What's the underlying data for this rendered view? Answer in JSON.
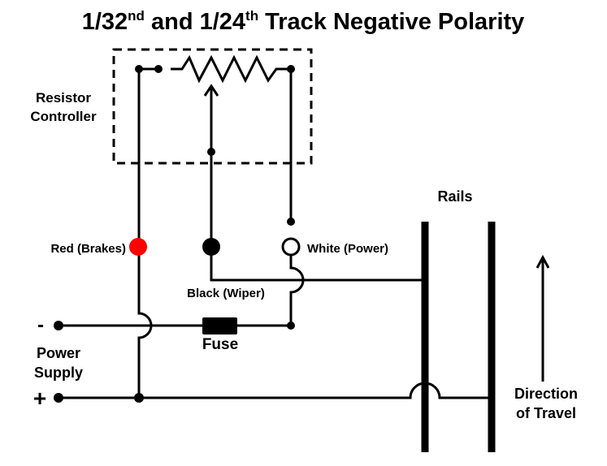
{
  "title": {
    "part1": "1/32",
    "sup1": "nd",
    "part2": " and 1/24",
    "sup2": "th",
    "part3": " Track Negative Polarity"
  },
  "labels": {
    "resistor_controller_line1": "Resistor",
    "resistor_controller_line2": "Controller",
    "red": "Red (Brakes)",
    "white": "White (Power)",
    "black": "Black (Wiper)",
    "fuse": "Fuse",
    "power_supply_line1": "Power",
    "power_supply_line2": "Supply",
    "minus": "-",
    "plus": "+",
    "rails": "Rails",
    "direction_line1": "Direction",
    "direction_line2": "of Travel"
  },
  "colors": {
    "red_terminal": "#ff0000",
    "wire": "#000000",
    "background": "#ffffff"
  }
}
